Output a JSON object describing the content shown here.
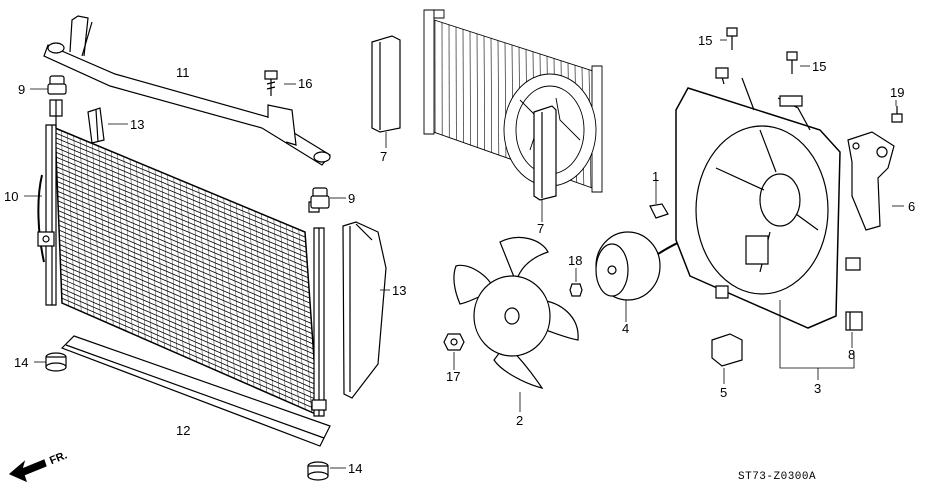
{
  "diagram": {
    "code": "ST73-Z0300A",
    "direction": "FR.",
    "part_labels": {
      "p1": "1",
      "p2": "2",
      "p3": "3",
      "p4": "4",
      "p5": "5",
      "p6": "6",
      "p7a": "7",
      "p7b": "7",
      "p8": "8",
      "p9a": "9",
      "p9b": "9",
      "p10": "10",
      "p11": "11",
      "p12": "12",
      "p13a": "13",
      "p13b": "13",
      "p14a": "14",
      "p14b": "14",
      "p15a": "15",
      "p15b": "15",
      "p16": "16",
      "p17": "17",
      "p18": "18",
      "p19": "19"
    }
  }
}
